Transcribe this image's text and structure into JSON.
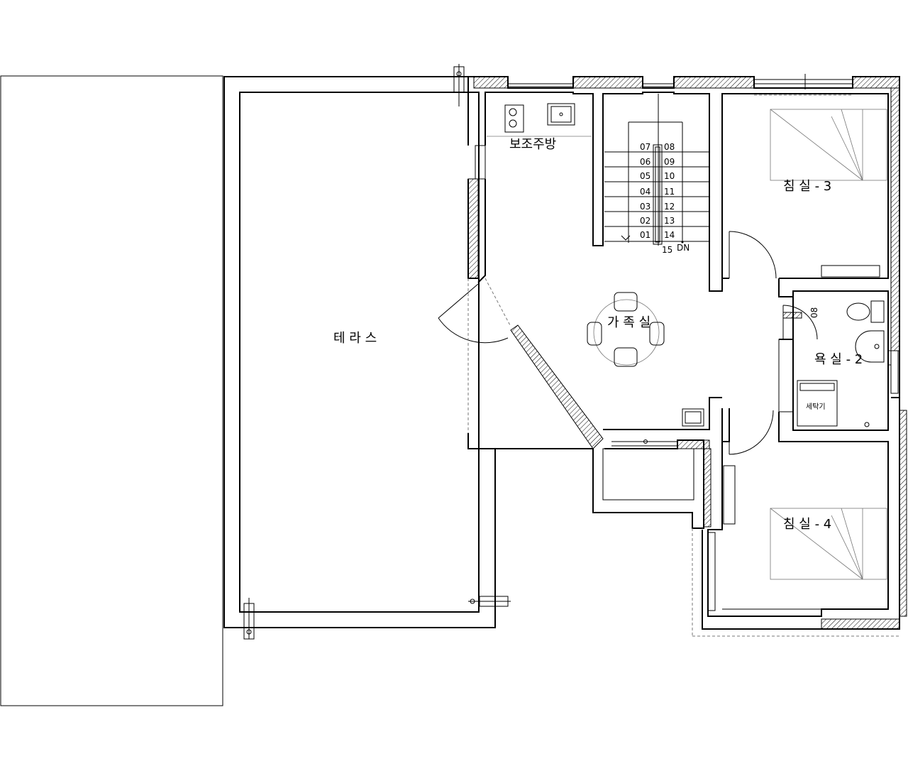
{
  "rooms": {
    "terrace": "테 라 스",
    "aux_kitchen": "보조주방",
    "family_room": "가 족 실",
    "bedroom3": "침 실 - 3",
    "bedroom4": "침 실 - 4",
    "bathroom": "욕 실 - 2",
    "washer": "세탁기"
  },
  "stairs": {
    "steps_left": [
      "07",
      "06",
      "05",
      "04",
      "03",
      "02",
      "01"
    ],
    "steps_right": [
      "08",
      "09",
      "10",
      "11",
      "12",
      "13",
      "14"
    ],
    "last": "15",
    "direction": "DN"
  },
  "bath_mark": "08"
}
